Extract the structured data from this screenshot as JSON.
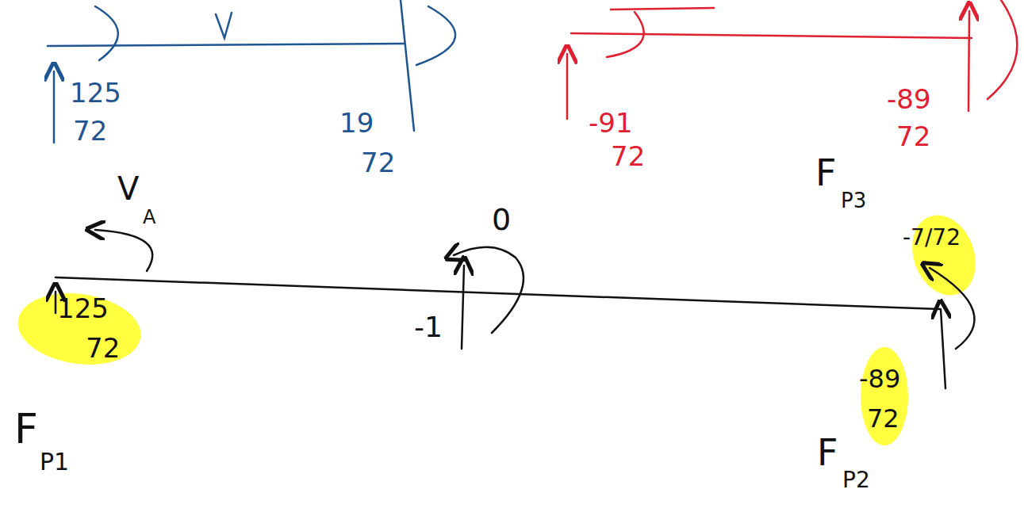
{
  "diagram": {
    "labels": [
      "125",
      "72",
      "19",
      "72",
      "-91",
      "72",
      "-89",
      "72",
      "V",
      "A",
      "125",
      "72",
      "0",
      "-1",
      "F",
      "P1",
      "F",
      "P3",
      "-7/72",
      "-89",
      "72",
      "F",
      "P2"
    ]
  }
}
